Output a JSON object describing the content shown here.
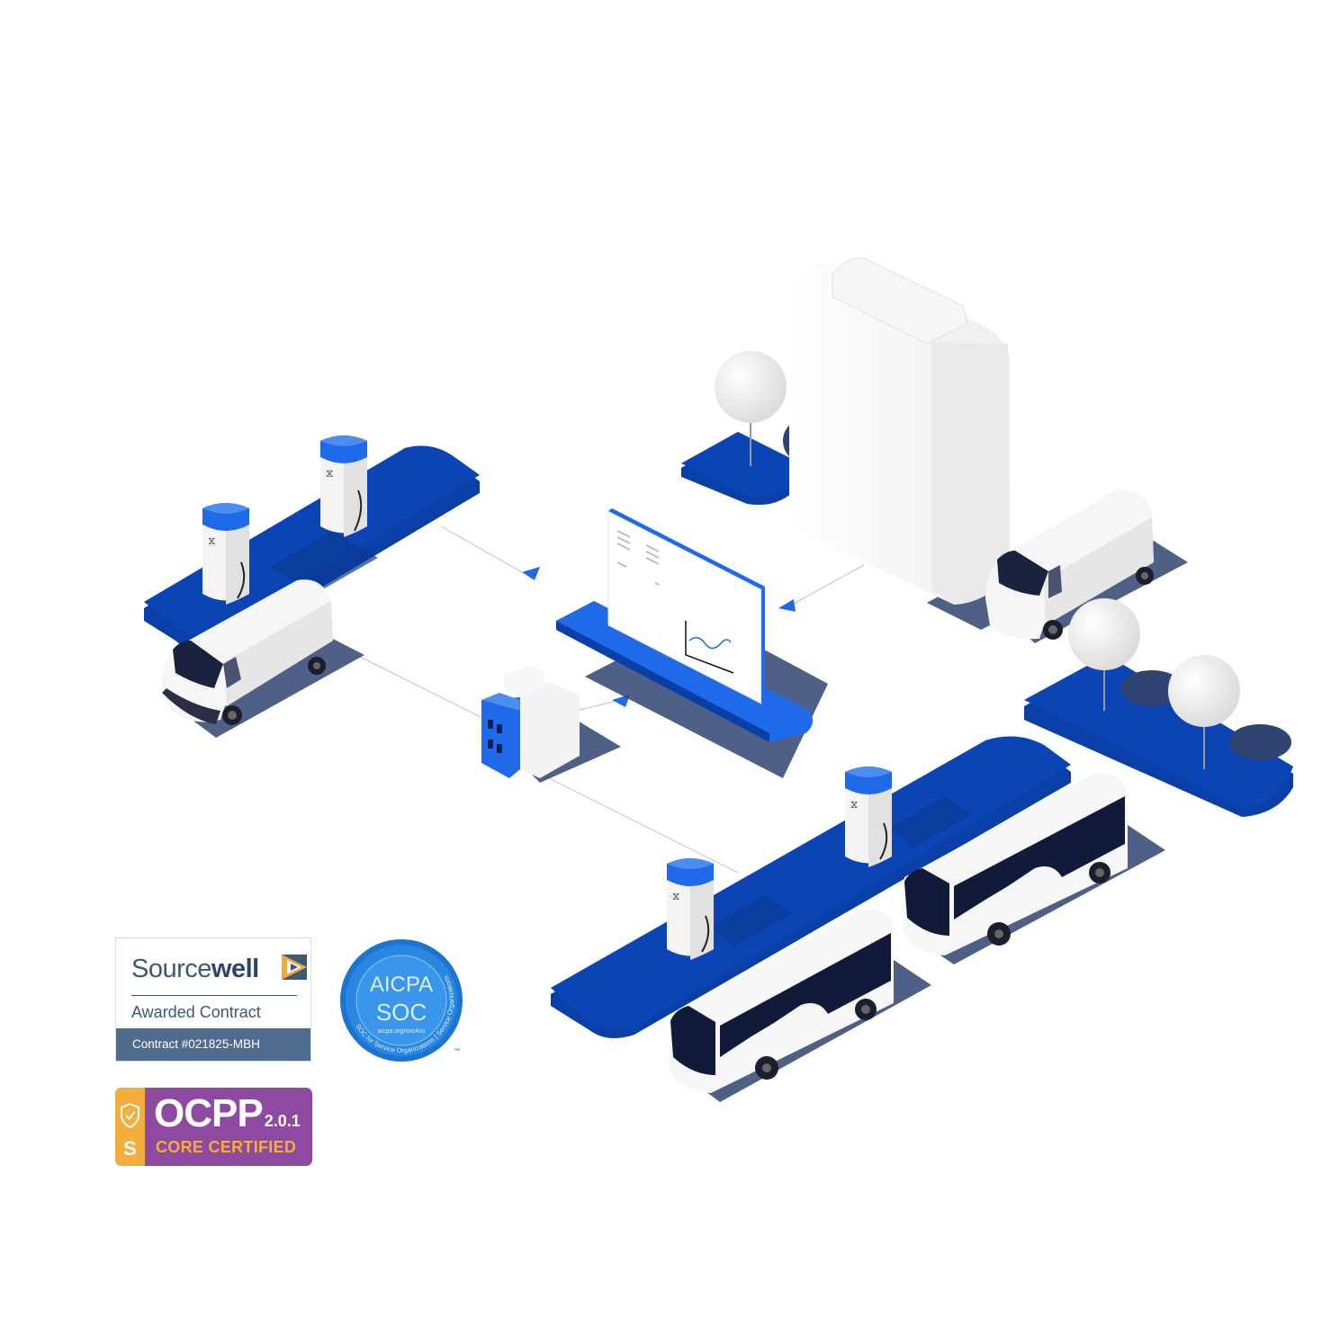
{
  "colors": {
    "brand_blue": "#1f6ae8",
    "deep_blue": "#0a3fa8",
    "pad_blue": "#0b44b4",
    "shadow": "#2f4470",
    "white": "#ffffff",
    "bus_window": "#121a3a"
  },
  "badges": {
    "sourcewell": {
      "brand_light": "Source",
      "brand_bold": "well",
      "awarded": "Awarded Contract",
      "contract": "Contract #021825-MBH"
    },
    "aicpa": {
      "line1": "AICPA",
      "line2": "SOC",
      "url": "aicpa.org/soc4so",
      "ring_text": "SOC for Service Organizations | Service Organizations",
      "tm": "™"
    },
    "ocpp": {
      "title": "OCPP",
      "version": "2.0.1",
      "subtitle": "CORE CERTIFIED",
      "strip_letter": "S"
    }
  },
  "scene": {
    "icons": [
      "charger-icon",
      "van-icon",
      "bus-icon",
      "building-icon",
      "tree-icon",
      "dashboard-icon",
      "battery-icon",
      "arrow-icon"
    ]
  }
}
